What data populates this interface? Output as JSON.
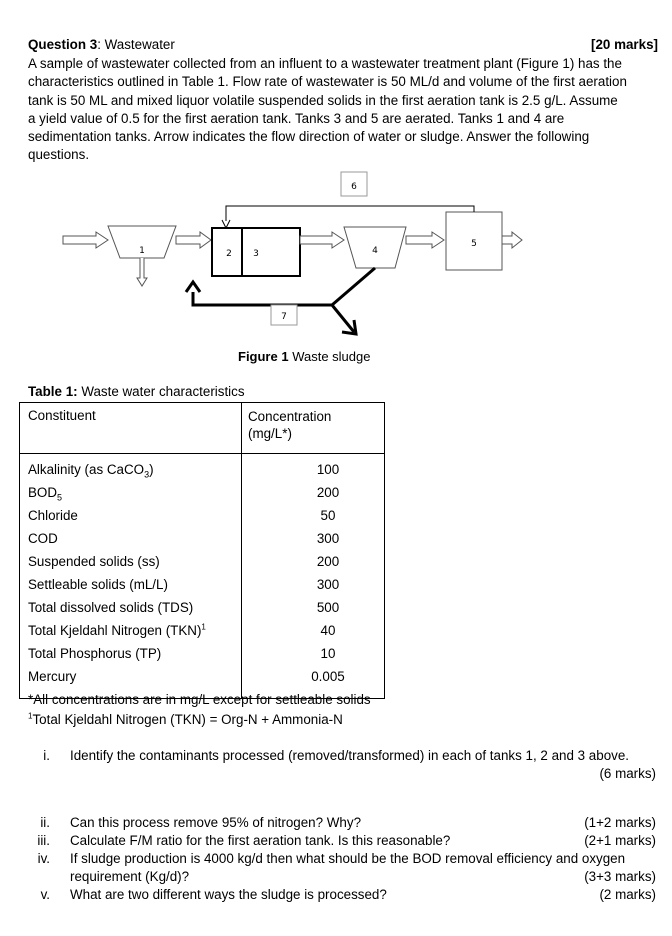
{
  "header": {
    "question": "Question 3",
    "topic": ": Wastewater",
    "marks": "[20 marks]"
  },
  "intro": [
    "A sample of wastewater collected from an influent to a wastewater treatment plant (Figure 1) has the",
    "characteristics outlined in Table 1. Flow rate of wastewater is 50 ML/d and volume of the first aeration",
    "tank is 50 ML and mixed liquor volatile suspended solids in the first aeration tank is 2.5 g/L. Assume",
    "a yield value of 0.5 for the first aeration tank. Tanks 3 and 5 are aerated. Tanks 1 and 4 are",
    "sedimentation tanks. Arrow indicates the flow direction of water or sludge. Answer the following",
    "questions."
  ],
  "diagram": {
    "tank1": "1",
    "tank2": "2",
    "tank3": "3",
    "tank4": "4",
    "tank5": "5",
    "tank6": "6",
    "tank7": "7"
  },
  "figure_caption": {
    "label": "Figure 1",
    "text": " Waste sludge"
  },
  "table": {
    "caption_label": "Table 1:",
    "caption_text": " Waste water characteristics",
    "col1_header": "Constituent",
    "col2_header_line1": "Concentration",
    "col2_header_line2": "(mg/L*)",
    "rows": [
      {
        "name_main": "Alkalinity (as CaCO",
        "name_sub": "3",
        "name_end": ")",
        "value": "100"
      },
      {
        "name_main": "BOD",
        "name_sub": "5",
        "name_end": "",
        "value": "200"
      },
      {
        "name_main": "Chloride",
        "name_sub": "",
        "name_end": "",
        "value": "50"
      },
      {
        "name_main": "COD",
        "name_sub": "",
        "name_end": "",
        "value": "300"
      },
      {
        "name_main": "Suspended solids (ss)",
        "name_sub": "",
        "name_end": "",
        "value": "200"
      },
      {
        "name_main": "Settleable solids (mL/L)",
        "name_sub": "",
        "name_end": "",
        "value": "300"
      },
      {
        "name_main": "Total dissolved solids (TDS)",
        "name_sub": "",
        "name_end": "",
        "value": "500"
      },
      {
        "name_main": "Total Kjeldahl Nitrogen (TKN)",
        "name_sub": "",
        "name_end": "",
        "name_sup": "1",
        "value": "40"
      },
      {
        "name_main": "Total Phosphorus (TP)",
        "name_sub": "",
        "name_end": "",
        "value": "10"
      },
      {
        "name_main": "Mercury",
        "name_sub": "",
        "name_end": "",
        "value": "0.005"
      }
    ]
  },
  "notes": {
    "note1": "*All concentrations are in mg/L except for settleable solids",
    "note2_sup": "1",
    "note2": "Total Kjeldahl Nitrogen (TKN) = Org-N + Ammonia-N"
  },
  "questions": [
    {
      "num": "i.",
      "lines": [
        "Identify the contaminants processed (removed/transformed) in each of tanks 1, 2 and 3 above."
      ],
      "marks": "(6 marks)"
    },
    {
      "num": "ii.",
      "lines": [
        "Can this process remove 95% of nitrogen? Why?"
      ],
      "marks": "(1+2 marks)"
    },
    {
      "num": "iii.",
      "lines": [
        "Calculate F/M ratio for the first aeration tank. Is this reasonable?"
      ],
      "marks": "(2+1 marks)"
    },
    {
      "num": "iv.",
      "lines": [
        "If sludge production is 4000 kg/d then what should be the BOD removal efficiency and oxygen",
        "requirement (Kg/d)?"
      ],
      "marks": "(3+3 marks)"
    },
    {
      "num": "v.",
      "lines": [
        "What are two different ways the sludge is processed?"
      ],
      "marks": "(2 marks)"
    }
  ]
}
